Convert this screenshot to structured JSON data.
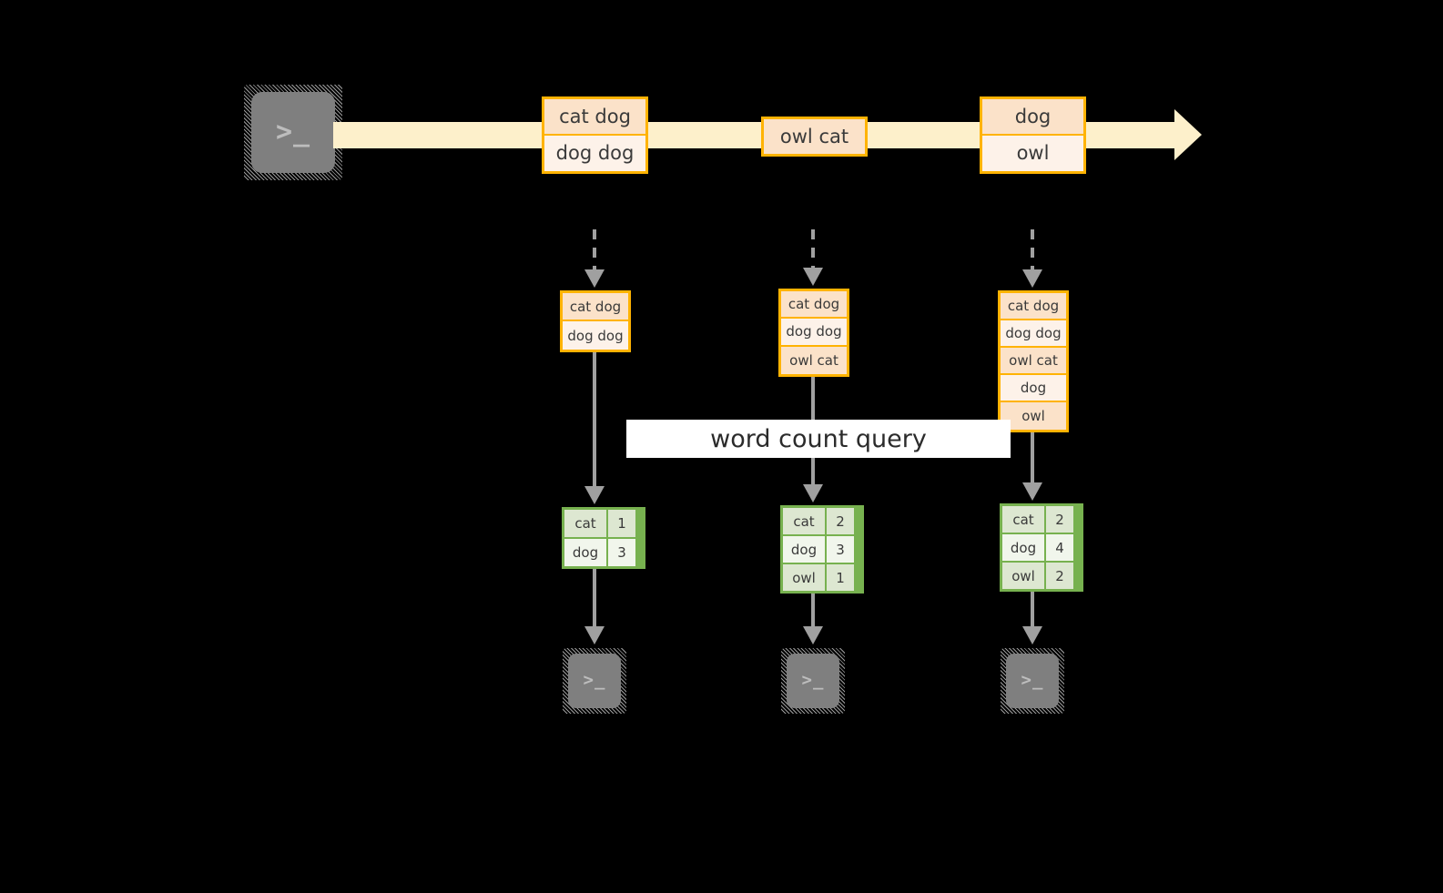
{
  "diagram": {
    "title_banner": {
      "label": "word count query"
    },
    "icons": {
      "source_terminal": "terminal-icon",
      "sink_terminal": "terminal-icon",
      "stream_arrow": "stream-arrow-icon",
      "prompt_glyph": ">_"
    },
    "stream": {
      "records": [
        {
          "id": "batch-1",
          "lines": [
            "cat dog",
            "dog dog"
          ]
        },
        {
          "id": "batch-2",
          "lines": [
            "owl cat"
          ]
        },
        {
          "id": "batch-3",
          "lines": [
            "dog",
            "owl"
          ]
        }
      ]
    },
    "snapshots": [
      {
        "id": "snapshot-1",
        "input_lines": [
          "cat dog",
          "dog dog"
        ],
        "counts": [
          {
            "word": "cat",
            "count": "1"
          },
          {
            "word": "dog",
            "count": "3"
          }
        ]
      },
      {
        "id": "snapshot-2",
        "input_lines": [
          "cat dog",
          "dog dog",
          "owl cat"
        ],
        "counts": [
          {
            "word": "cat",
            "count": "2"
          },
          {
            "word": "dog",
            "count": "3"
          },
          {
            "word": "owl",
            "count": "1"
          }
        ]
      },
      {
        "id": "snapshot-3",
        "input_lines": [
          "cat dog",
          "dog dog",
          "owl cat",
          "dog",
          "owl"
        ],
        "counts": [
          {
            "word": "cat",
            "count": "2"
          },
          {
            "word": "dog",
            "count": "4"
          },
          {
            "word": "owl",
            "count": "2"
          }
        ]
      }
    ],
    "colors": {
      "background": "#000000",
      "stream_band": "#fdf0cb",
      "record_border": "#ffb302",
      "record_shade_a": "#fbe2c9",
      "record_shade_b": "#fdf2e9",
      "count_border": "#77b14f",
      "count_shade_a": "#dde7d1",
      "count_shade_b": "#f1f6ec",
      "arrow": "#a0a0a0",
      "terminal_face": "#7f7f7f",
      "banner": "#ffffff"
    }
  }
}
